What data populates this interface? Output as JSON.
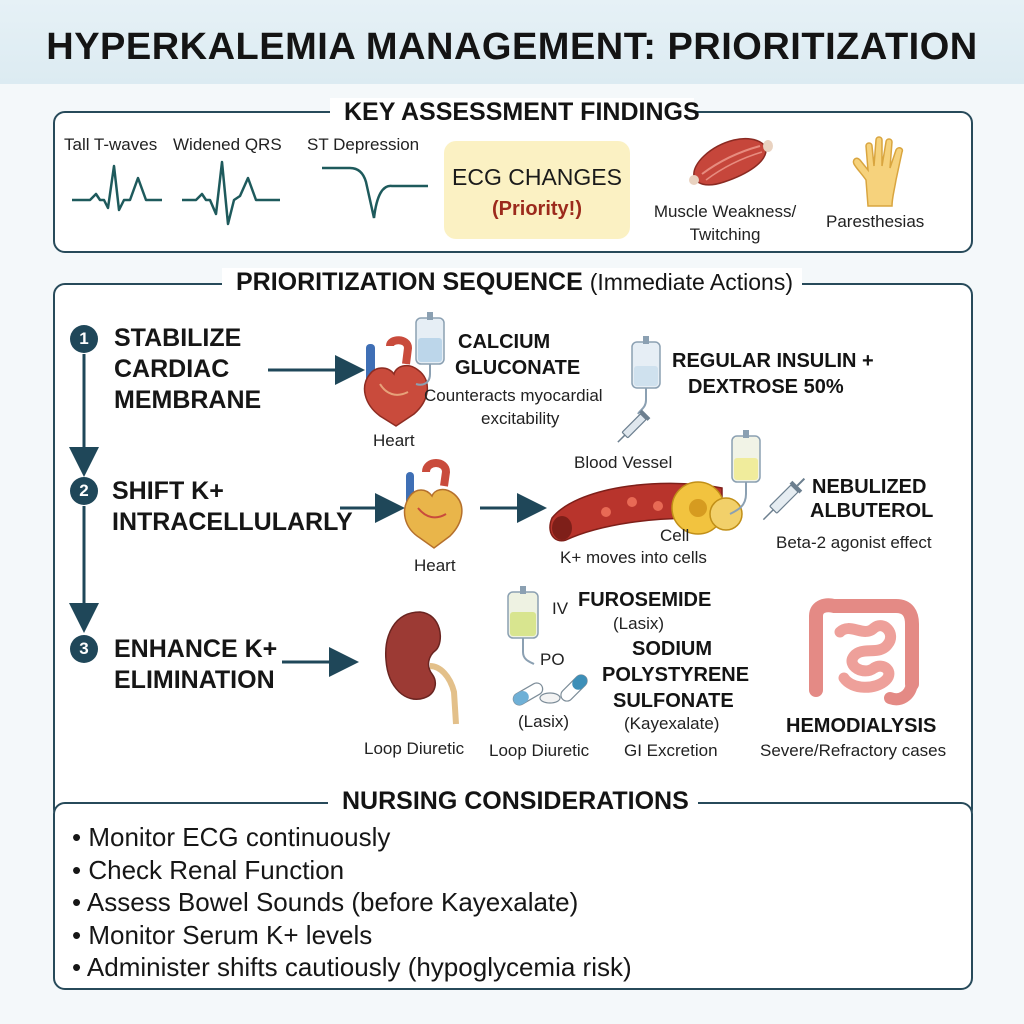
{
  "title": "HYPERKALEMIA MANAGEMENT: PRIORITIZATION",
  "assessment": {
    "heading": "KEY ASSESSMENT FINDINGS",
    "tall_t": "Tall T-waves",
    "wide_qrs": "Widened QRS",
    "st_dep": "ST Depression",
    "ecg_changes": "ECG CHANGES",
    "priority": "(Priority!)",
    "muscle_1": "Muscle Weakness/",
    "muscle_2": "Twitching",
    "paresthesias": "Paresthesias"
  },
  "sequence": {
    "heading": "PRIORITIZATION SEQUENCE",
    "heading_sub": "(Immediate Actions)",
    "steps": [
      {
        "num": "1",
        "line1": "STABILIZE",
        "line2": "CARDIAC",
        "line3": "MEMBRANE"
      },
      {
        "num": "2",
        "line1": "SHIFT K+",
        "line2": "INTRACELLULARLY"
      },
      {
        "num": "3",
        "line1": "ENHANCE K+",
        "line2": "ELIMINATION"
      }
    ],
    "step1": {
      "heart": "Heart",
      "calcium_1": "CALCIUM",
      "calcium_2": "GLUCONATE",
      "calcium_desc_1": "Counteracts myocardial",
      "calcium_desc_2": "excitability",
      "insulin_1": "REGULAR INSULIN +",
      "insulin_2": "DEXTROSE 50%"
    },
    "step2": {
      "heart": "Heart",
      "blood_vessel": "Blood Vessel",
      "cell": "Cell",
      "k_moves": "K+ moves into cells",
      "albuterol_1": "NEBULIZED",
      "albuterol_2": "ALBUTEROL",
      "albuterol_desc": "Beta-2 agonist effect"
    },
    "step3": {
      "loop_diuretic": "Loop Diuretic",
      "iv": "IV",
      "po": "PO",
      "lasix_po": "(Lasix)",
      "loop_diuretic_2": "Loop Diuretic",
      "furosemide": "FUROSEMIDE",
      "furosemide_lasix": "(Lasix)",
      "sps_1": "SODIUM",
      "sps_2": "POLYSTYRENE",
      "sps_3": "SULFONATE",
      "kayexalate": "(Kayexalate)",
      "gi": "GI Excretion",
      "hemo": "HEMODIALYSIS",
      "hemo_desc": "Severe/Refractory cases"
    }
  },
  "nursing": {
    "heading": "NURSING CONSIDERATIONS",
    "items": [
      "Monitor ECG continuously",
      "Check Renal Function",
      "Assess Bowel Sounds (before Kayexalate)",
      "Monitor Serum K+ levels",
      "Administer shifts cautiously (hypoglycemia risk)"
    ]
  },
  "colors": {
    "navy": "#1f4759",
    "ecg_line": "#1e5a5c",
    "highlight": "#fbf1c3",
    "priority_red": "#9c2a1c"
  }
}
